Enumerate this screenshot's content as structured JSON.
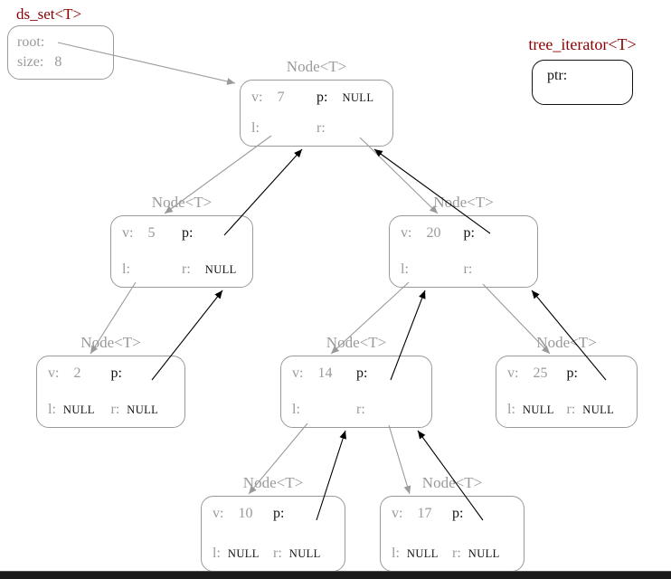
{
  "ds_set": {
    "title": "ds_set<T>",
    "root_label": "root:",
    "size_label": "size:",
    "size_value": "8"
  },
  "iterator": {
    "title": "tree_iterator<T>",
    "ptr_label": "ptr:"
  },
  "labels": {
    "v": "v:",
    "p": "p:",
    "l": "l:",
    "r": "r:"
  },
  "nodes": [
    {
      "title": "Node<T>",
      "v": "7",
      "p": "NULL",
      "l": "",
      "r": ""
    },
    {
      "title": "Node<T>",
      "v": "5",
      "p": "",
      "l": "",
      "r": "NULL"
    },
    {
      "title": "Node<T>",
      "v": "20",
      "p": "",
      "l": "",
      "r": ""
    },
    {
      "title": "Node<T>",
      "v": "2",
      "p": "",
      "l": "NULL",
      "r": "NULL"
    },
    {
      "title": "Node<T>",
      "v": "14",
      "p": "",
      "l": "",
      "r": ""
    },
    {
      "title": "Node<T>",
      "v": "25",
      "p": "",
      "l": "NULL",
      "r": "NULL"
    },
    {
      "title": "Node<T>",
      "v": "10",
      "p": "",
      "l": "NULL",
      "r": "NULL"
    },
    {
      "title": "Node<T>",
      "v": "17",
      "p": "",
      "l": "NULL",
      "r": "NULL"
    }
  ],
  "edges": {
    "child_links": [
      {
        "from": "ds_set.root",
        "to": "node-7"
      },
      {
        "from": "node-7.l",
        "to": "node-5"
      },
      {
        "from": "node-7.r",
        "to": "node-20"
      },
      {
        "from": "node-5.l",
        "to": "node-2"
      },
      {
        "from": "node-20.l",
        "to": "node-14"
      },
      {
        "from": "node-20.r",
        "to": "node-25"
      },
      {
        "from": "node-14.l",
        "to": "node-10"
      },
      {
        "from": "node-14.r",
        "to": "node-17"
      }
    ],
    "parent_links": [
      {
        "from": "node-5.p",
        "to": "node-7"
      },
      {
        "from": "node-20.p",
        "to": "node-7"
      },
      {
        "from": "node-2.p",
        "to": "node-5"
      },
      {
        "from": "node-14.p",
        "to": "node-20"
      },
      {
        "from": "node-25.p",
        "to": "node-20"
      },
      {
        "from": "node-10.p",
        "to": "node-14"
      },
      {
        "from": "node-17.p",
        "to": "node-14"
      }
    ]
  },
  "colors": {
    "struct_title": "#8b0000",
    "node_outline": "#9a9a9a",
    "muted_text": "#9a9a9a",
    "pointer_text": "#111111",
    "child_arrow": "#9a9a9a",
    "parent_arrow": "#000000"
  }
}
